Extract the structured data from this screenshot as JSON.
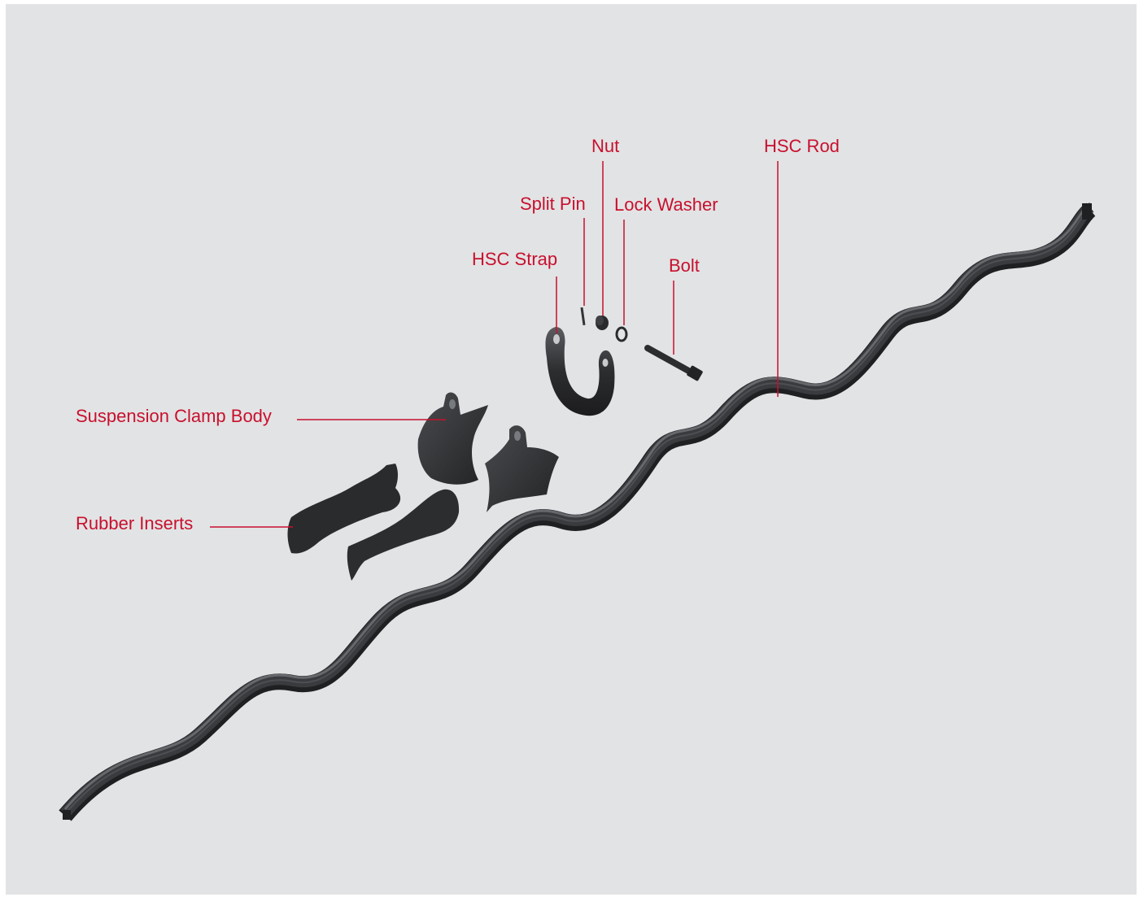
{
  "accent_color": "#c8102e",
  "background_color": "#e2e3e4",
  "part_color": "#2e2f31",
  "callouts": {
    "nut": "Nut",
    "hsc_rod": "HSC Rod",
    "split_pin": "Split Pin",
    "lock_washer": "Lock Washer",
    "hsc_strap": "HSC Strap",
    "bolt": "Bolt",
    "suspension_clamp_body": "Suspension Clamp Body",
    "rubber_inserts": "Rubber Inserts"
  },
  "components": [
    "hsc-rod",
    "suspension-clamp-body",
    "rubber-inserts",
    "hsc-strap",
    "split-pin",
    "nut",
    "lock-washer",
    "bolt"
  ]
}
